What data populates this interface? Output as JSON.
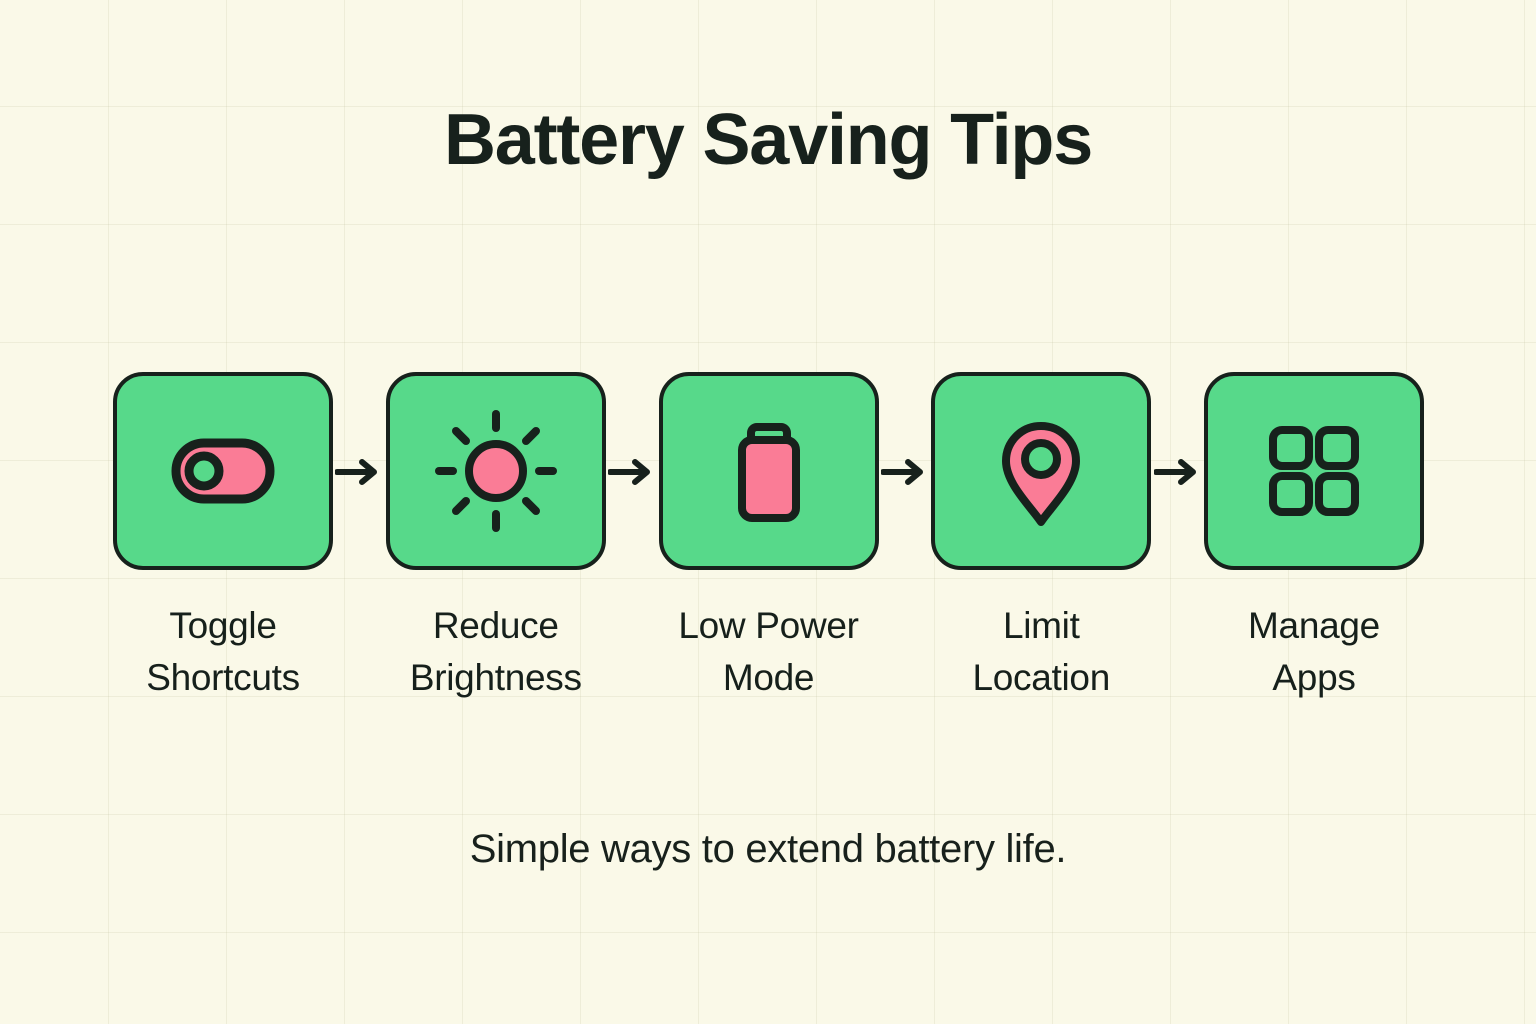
{
  "title": "Battery Saving Tips",
  "caption": "Simple ways to extend battery life.",
  "colors": {
    "background": "#faf9e8",
    "card_fill": "#57d98a",
    "accent_pink": "#fa7c96",
    "outline": "#17211c",
    "text": "#16201b",
    "grid_line": "#b4b28c"
  },
  "steps": [
    {
      "id": "toggle-shortcuts",
      "icon": "toggle-switch-icon",
      "label_line1": "Toggle",
      "label_line2": "Shortcuts"
    },
    {
      "id": "reduce-brightness",
      "icon": "brightness-sun-icon",
      "label_line1": "Reduce",
      "label_line2": "Brightness"
    },
    {
      "id": "low-power-mode",
      "icon": "battery-icon",
      "label_line1": "Low Power",
      "label_line2": "Mode"
    },
    {
      "id": "limit-location",
      "icon": "location-pin-icon",
      "label_line1": "Limit",
      "label_line2": "Location"
    },
    {
      "id": "manage-apps",
      "icon": "apps-grid-icon",
      "label_line1": "Manage",
      "label_line2": "Apps"
    }
  ],
  "connectors": [
    {
      "icon": "arrow-right-icon"
    },
    {
      "icon": "arrow-right-icon"
    },
    {
      "icon": "arrow-right-icon"
    },
    {
      "icon": "arrow-right-icon"
    }
  ]
}
